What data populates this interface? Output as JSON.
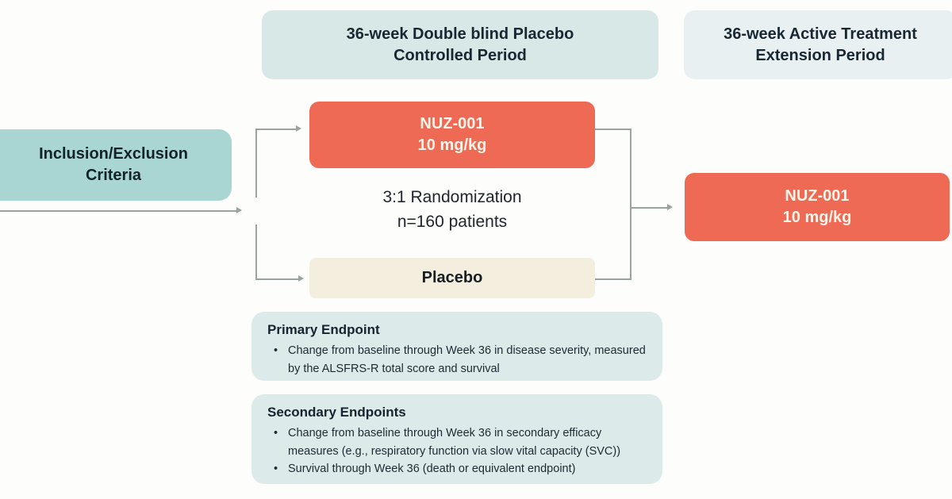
{
  "colors": {
    "header_left_bg": "#d8e8e6",
    "header_right_bg": "#e9f0f2",
    "criteria_bg": "#a9d6d3",
    "drug_bg": "#ee6a55",
    "placebo_bg": "#f3eedd",
    "endpoint_bg": "#dcebe9",
    "dark_text": "#182731",
    "drug_text": "#fcf4e9",
    "connector_line": "#9ba3a2"
  },
  "periods": {
    "double_blind": {
      "line1": "36-week Double blind Placebo",
      "line2": "Controlled Period"
    },
    "extension": {
      "line1": "36-week Active Treatment",
      "line2": "Extension Period"
    }
  },
  "criteria": {
    "line1": "Inclusion/Exclusion",
    "line2": "Criteria"
  },
  "randomization": {
    "line1": "3:1 Randomization",
    "line2": "n=160 patients"
  },
  "arms": {
    "nuz_double_blind": {
      "line1": "NUZ-001",
      "line2": "10 mg/kg"
    },
    "placebo": {
      "label": "Placebo"
    },
    "nuz_extension": {
      "line1": "NUZ-001",
      "line2": "10 mg/kg"
    }
  },
  "primary_endpoint": {
    "title": "Primary Endpoint",
    "bullets": [
      "Change from baseline through Week 36 in disease severity, measured by the ALSFRS-R total score and survival"
    ]
  },
  "secondary_endpoints": {
    "title": "Secondary Endpoints",
    "bullets": [
      "Change from baseline through Week 36 in secondary efficacy measures (e.g., respiratory function via slow vital capacity (SVC))",
      "Survival through Week 36 (death or equivalent endpoint)"
    ]
  }
}
